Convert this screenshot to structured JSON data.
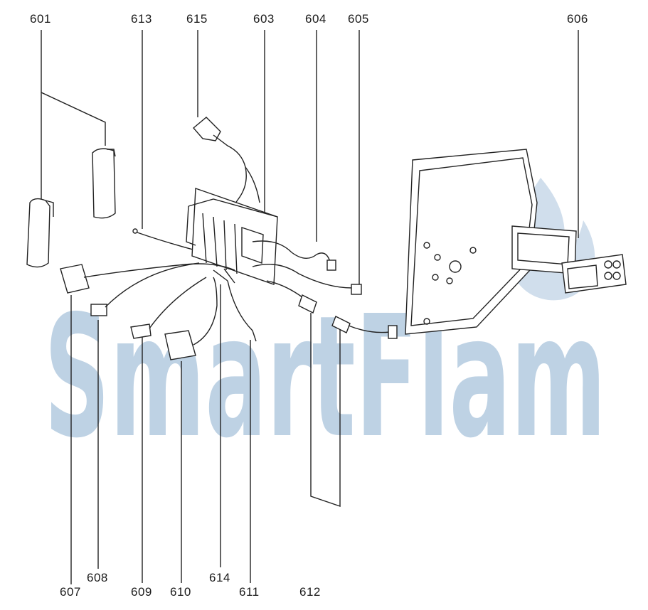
{
  "watermark": {
    "text": "SmartFlam",
    "color": "#a9c3dc"
  },
  "line_color": "#222222",
  "labels": {
    "601": "601",
    "613": "613",
    "615": "615",
    "603": "603",
    "604": "604",
    "605": "605",
    "606": "606",
    "607": "607",
    "608": "608",
    "609": "609",
    "610": "610",
    "614": "614",
    "611": "611",
    "612": "612"
  }
}
